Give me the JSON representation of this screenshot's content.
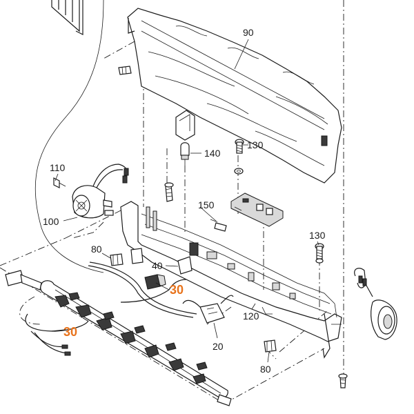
{
  "labels": {
    "p90": "90",
    "p130a": "130",
    "p140": "140",
    "p110": "110",
    "p150": "150",
    "p100": "100",
    "p80a": "80",
    "p40": "40",
    "p30a": "30",
    "p130b": "130",
    "p120": "120",
    "p30b": "30",
    "p20": "20",
    "p80b": "80"
  },
  "colors": {
    "highlight": "#e8731c",
    "line": "#1a1a1a"
  }
}
